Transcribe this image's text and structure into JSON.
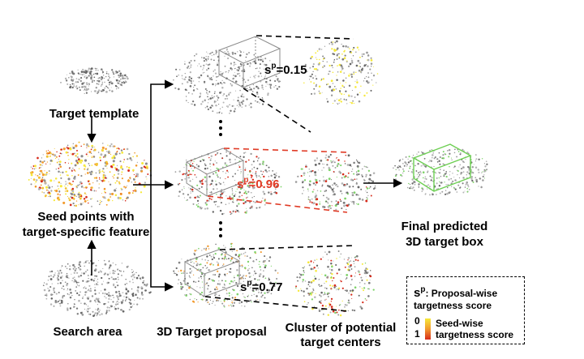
{
  "labels": {
    "target_template": "Target template",
    "seed_points": "Seed points with\ntarget-specific feature",
    "search_area": "Search area",
    "target_proposal": "3D Target proposal",
    "cluster": "Cluster of potential\ntarget centers",
    "final_box": "Final predicted\n3D target box"
  },
  "scores": [
    {
      "symbol": "s",
      "sup": "p",
      "text": "=0.15"
    },
    {
      "symbol": "s",
      "sup": "p",
      "text": "=0.96"
    },
    {
      "symbol": "s",
      "sup": "p",
      "text": "=0.77"
    }
  ],
  "legend": {
    "symbol": "s",
    "sup": "p",
    "proposal_text": ": Proposal-wise\ntargetness score",
    "min": "0",
    "max": "1",
    "seed_text": "Seed-wise\ntargetness score"
  },
  "colors": {
    "highlight": "#e03a25",
    "box_green": "#6dcf52",
    "seed_yellow": "#f6e93a",
    "seed_red": "#d62a1a",
    "point_gray": "#8c8c8c"
  },
  "icons": [
    "arrow-icon",
    "ellipsis-icon"
  ]
}
